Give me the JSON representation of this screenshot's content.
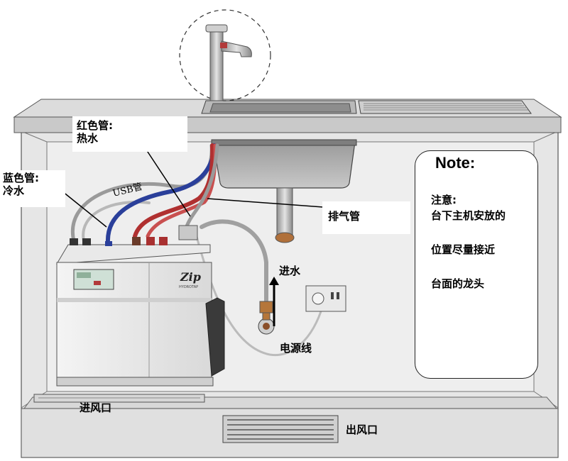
{
  "colors": {
    "hot_pipe": "#b03030",
    "cold_pipe": "#2a3f9a",
    "cabinet": "#e2e2e2",
    "steel": "#a8a8a8"
  },
  "labels": {
    "red_pipe_line1": "红色管:",
    "red_pipe_line2": "热水",
    "blue_pipe_line1": "蓝色管:",
    "blue_pipe_line2": "冷水",
    "usb_pipe": "USB管",
    "vent_pipe": "排气管",
    "water_in": "进水",
    "power_cord": "电源线",
    "air_inlet": "进风口",
    "air_outlet": "出风口"
  },
  "note": {
    "title": "Note:",
    "line1": "注意:",
    "line2": "台下主机安放的",
    "line3": "位置尽量接近",
    "line4": "台面的龙头"
  },
  "unit": {
    "brand": "Zip",
    "model": "HYDROTAP"
  }
}
